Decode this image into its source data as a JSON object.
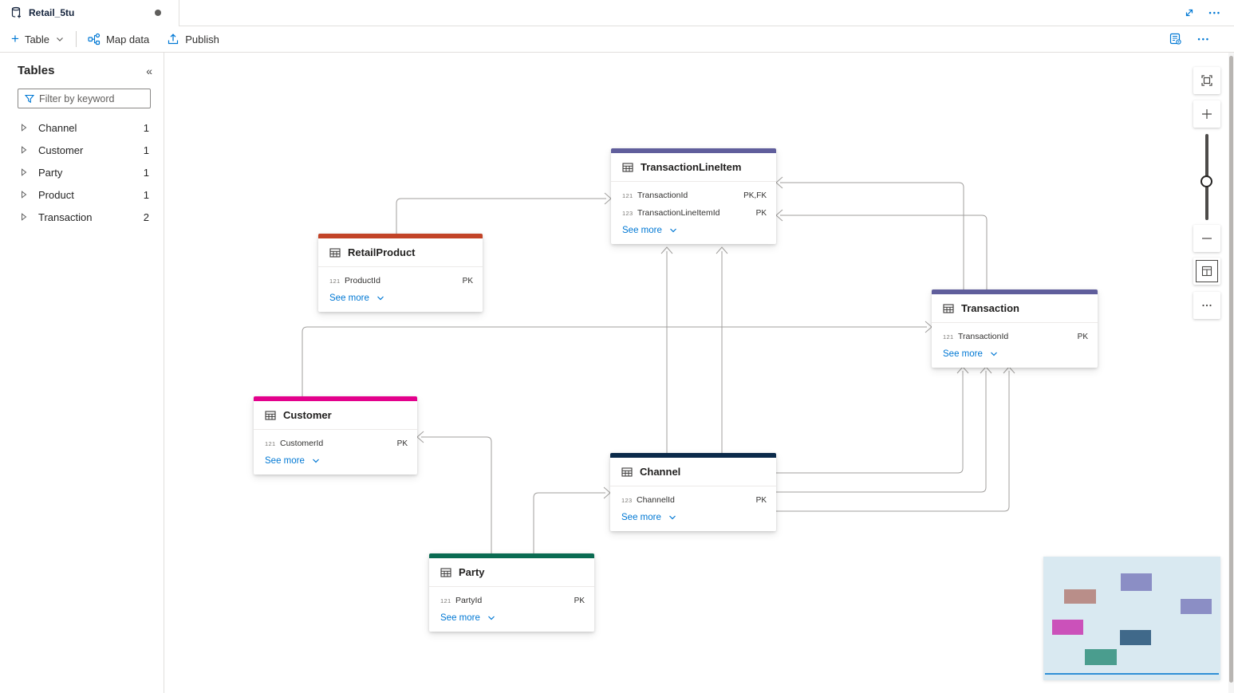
{
  "tab": {
    "title": "Retail_5tu"
  },
  "toolbar": {
    "table": "Table",
    "map_data": "Map data",
    "publish": "Publish"
  },
  "icons": {
    "ellipsis": "•••",
    "collapse": "«",
    "plus": "+",
    "minus": "—",
    "tree_chevron": "▷"
  },
  "sidebar": {
    "title": "Tables",
    "filter_placeholder": "Filter by keyword",
    "items": [
      {
        "label": "Channel",
        "count": "1"
      },
      {
        "label": "Customer",
        "count": "1"
      },
      {
        "label": "Party",
        "count": "1"
      },
      {
        "label": "Product",
        "count": "1"
      },
      {
        "label": "Transaction",
        "count": "2"
      }
    ]
  },
  "entities": [
    {
      "name": "TransactionLineItem",
      "color": "#605e9c",
      "see_more": "See more",
      "fields": [
        {
          "type": "121",
          "name": "TransactionId",
          "key": "PK,FK"
        },
        {
          "type": "123",
          "name": "TransactionLineItemId",
          "key": "PK"
        }
      ]
    },
    {
      "name": "RetailProduct",
      "color": "#c24327",
      "see_more": "See more",
      "fields": [
        {
          "type": "121",
          "name": "ProductId",
          "key": "PK"
        }
      ]
    },
    {
      "name": "Transaction",
      "color": "#605e9c",
      "see_more": "See more",
      "fields": [
        {
          "type": "121",
          "name": "TransactionId",
          "key": "PK"
        }
      ]
    },
    {
      "name": "Customer",
      "color": "#e3008c",
      "see_more": "See more",
      "fields": [
        {
          "type": "121",
          "name": "CustomerId",
          "key": "PK"
        }
      ]
    },
    {
      "name": "Channel",
      "color": "#0b2a4a",
      "see_more": "See more",
      "fields": [
        {
          "type": "123",
          "name": "ChannelId",
          "key": "PK"
        }
      ]
    },
    {
      "name": "Party",
      "color": "#0a6b52",
      "see_more": "See more",
      "fields": [
        {
          "type": "121",
          "name": "PartyId",
          "key": "PK"
        }
      ]
    }
  ],
  "relationships": [
    {
      "source": "RetailProduct",
      "target": "TransactionLineItem"
    },
    {
      "source": "Transaction",
      "target": "TransactionLineItem"
    },
    {
      "source": "Transaction",
      "target": "TransactionLineItem"
    },
    {
      "source": "Channel",
      "target": "TransactionLineItem"
    },
    {
      "source": "Channel",
      "target": "TransactionLineItem"
    },
    {
      "source": "Customer",
      "target": "Transaction"
    },
    {
      "source": "Party",
      "target": "Customer"
    },
    {
      "source": "Party",
      "target": "Channel"
    },
    {
      "source": "Channel",
      "target": "Transaction"
    },
    {
      "source": "Channel",
      "target": "Transaction"
    },
    {
      "source": "Channel",
      "target": "Transaction"
    }
  ],
  "colors": {
    "accent": "#0078d4",
    "connector": "#a19f9d",
    "minimap_bg": "#d9e9f1",
    "minimap_viewport_line": "#2f8fd6",
    "mm_purple": "#8b8ec5",
    "mm_brown": "#b98e89",
    "mm_magenta": "#cb51ba",
    "mm_steel": "#40698a",
    "mm_green": "#4a9d8e"
  }
}
